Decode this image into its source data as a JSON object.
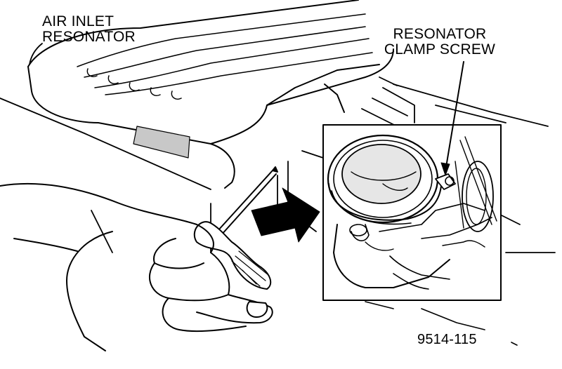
{
  "labels": {
    "air_inlet_resonator": [
      "AIR INLET",
      "RESONATOR"
    ],
    "resonator_clamp_screw": [
      "RESONATOR",
      "CLAMP SCREW"
    ]
  },
  "figure_number": "9514-115",
  "colors": {
    "ink": "#000000",
    "paper": "#ffffff",
    "shade": "#bdbdbd"
  }
}
